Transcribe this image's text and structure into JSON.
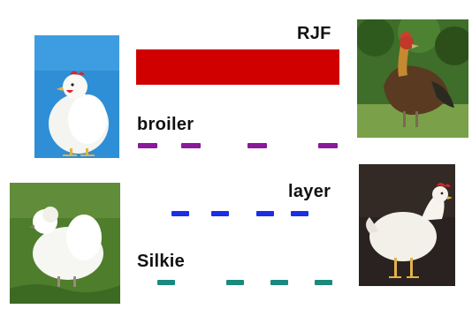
{
  "breeds": [
    {
      "id": "rjf",
      "label": "RJF",
      "color": "#d00000",
      "pattern": "solid"
    },
    {
      "id": "broiler",
      "label": "broiler",
      "color": "#8a1a9a",
      "pattern": "dashed"
    },
    {
      "id": "layer",
      "label": "layer",
      "color": "#1a2ee8",
      "pattern": "dashed"
    },
    {
      "id": "silkie",
      "label": "Silkie",
      "color": "#1a8a7e",
      "pattern": "dashed"
    }
  ],
  "photos": {
    "broiler": "white-broiler-chicken",
    "rjf": "red-junglefowl",
    "silkie": "white-silkie-chicken",
    "layer": "white-layer-hen"
  }
}
